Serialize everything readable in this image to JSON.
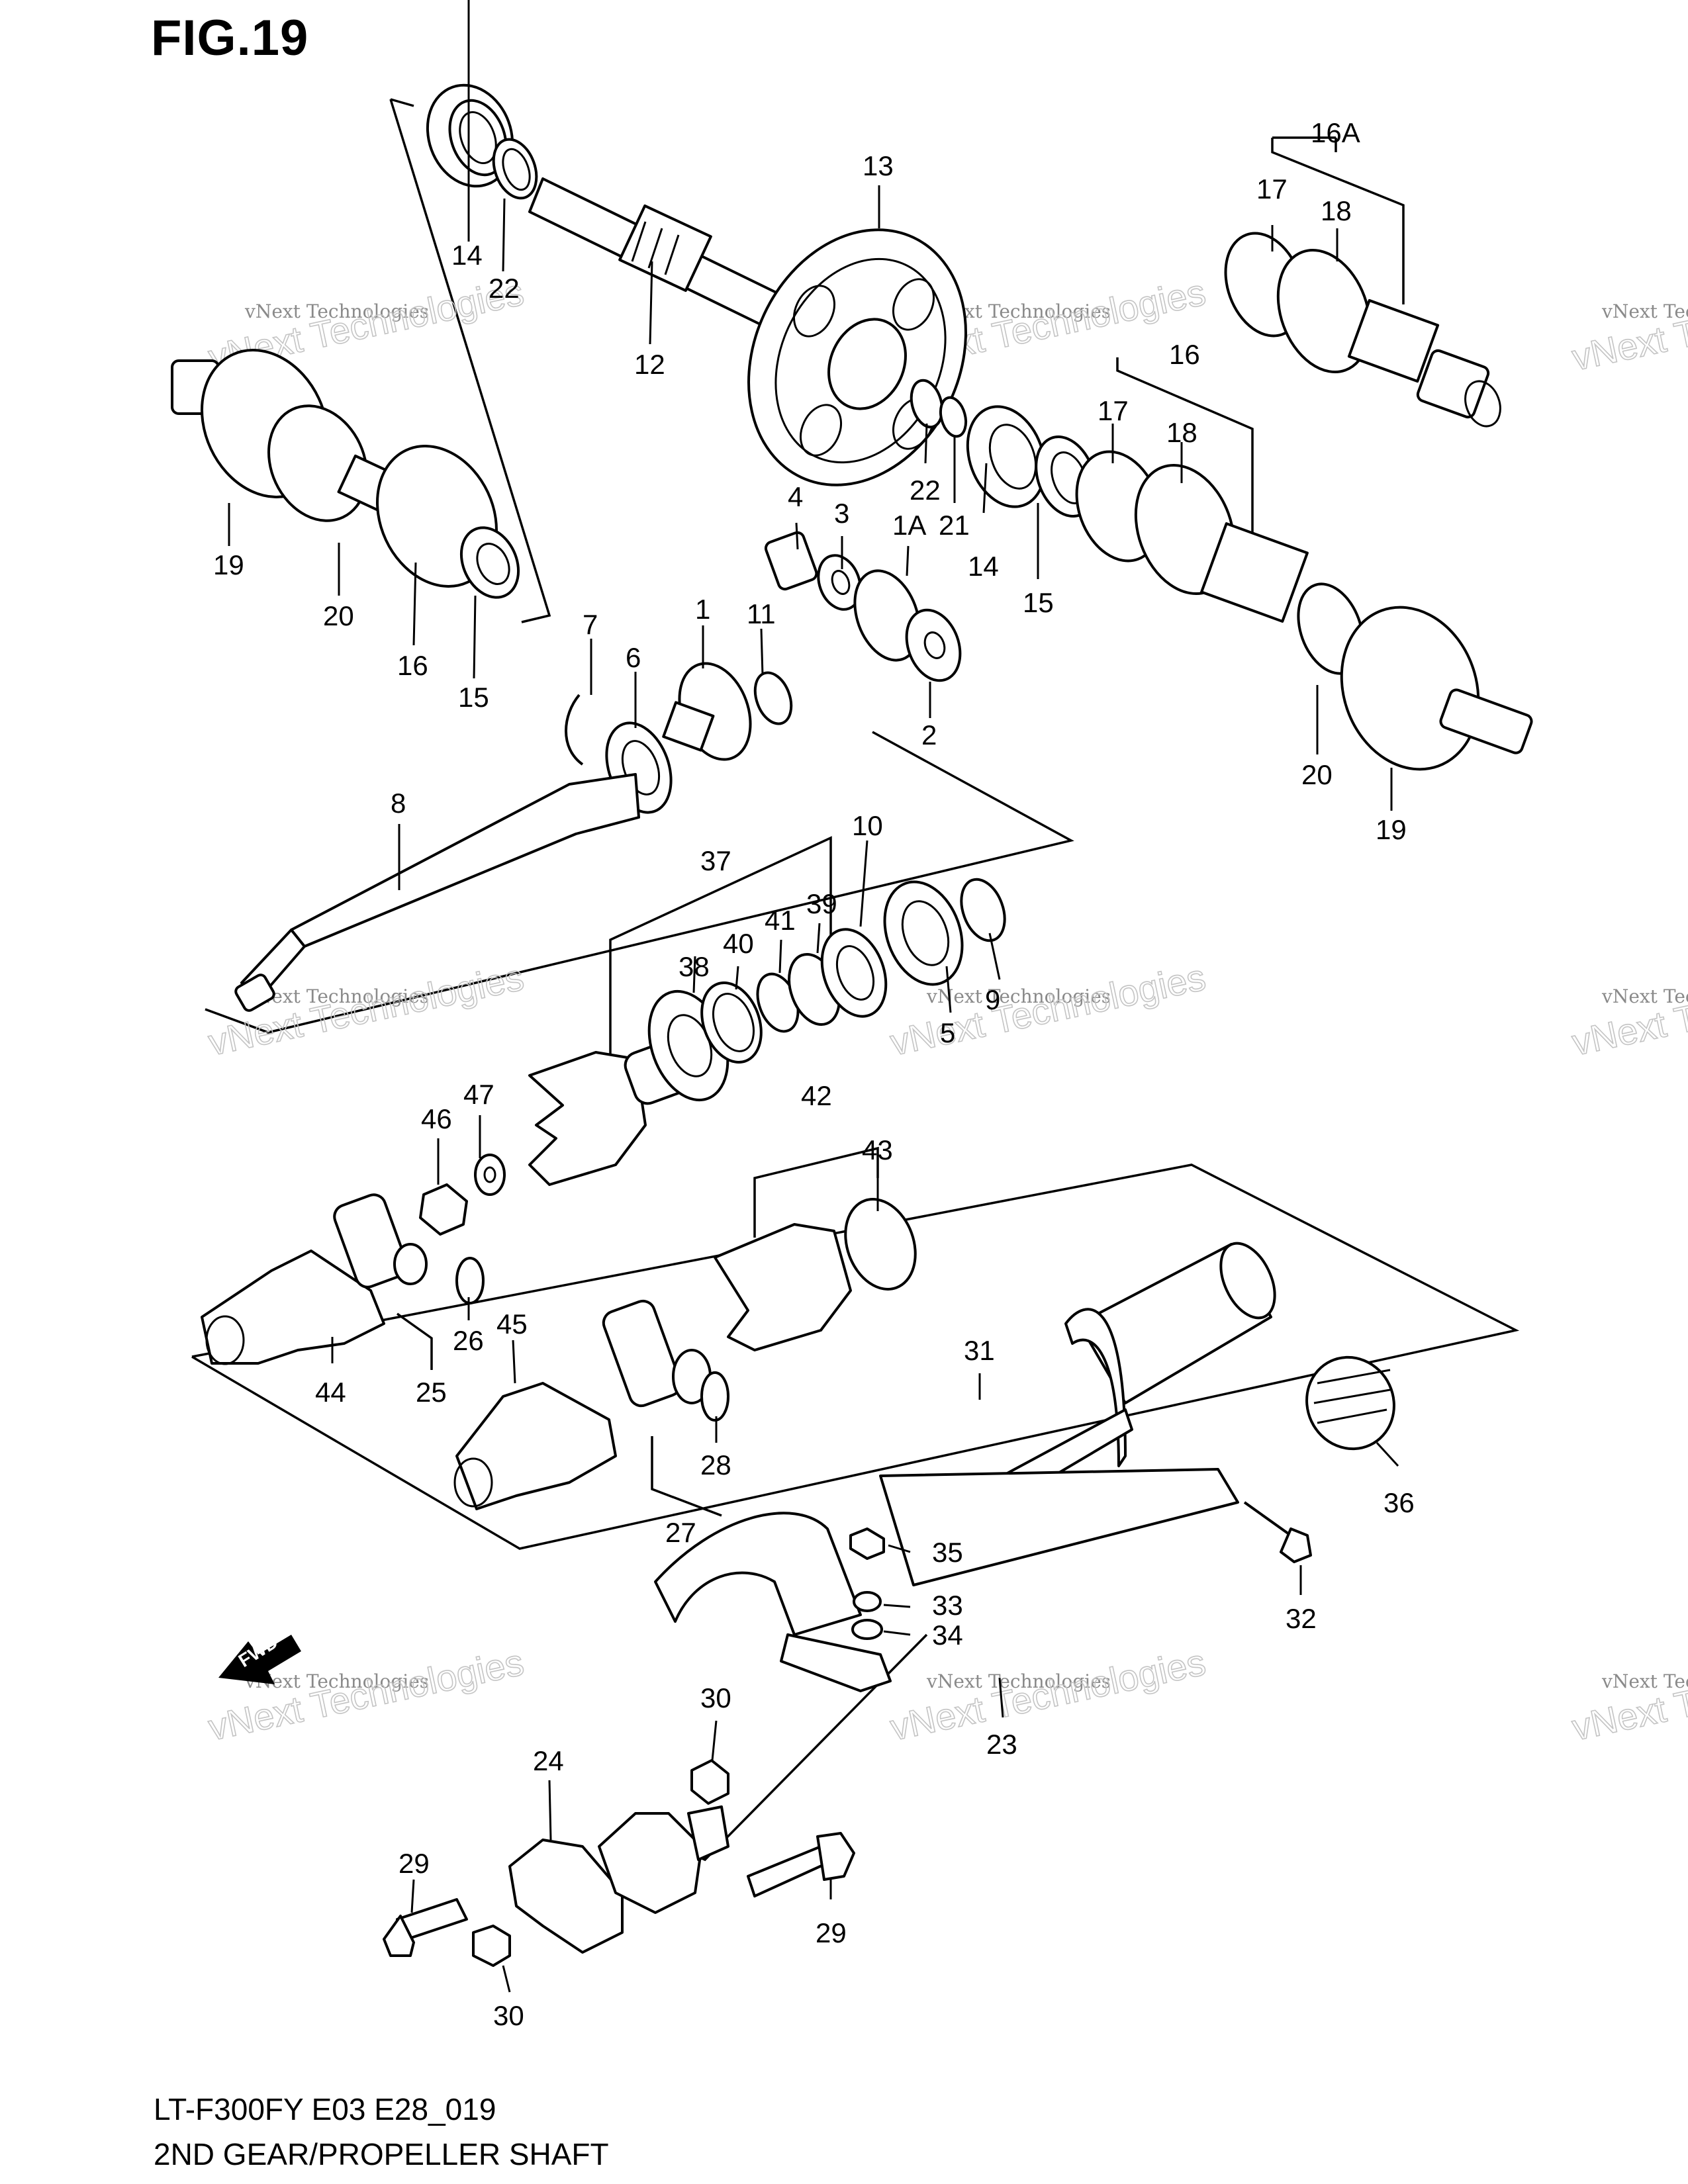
{
  "figure": {
    "title": "FIG.19",
    "model_code": "LT-F300FY E03 E28_019",
    "caption": "2ND GEAR/PROPELLER SHAFT"
  },
  "watermark": {
    "line1": "vNext Technologies",
    "line2": "vNext Technologies"
  },
  "forward_arrow": {
    "label": "FWD"
  },
  "callouts": {
    "c14a": "14",
    "c22a": "22",
    "c12": "12",
    "c13": "13",
    "c16A": "16A",
    "c17a": "17",
    "c18a": "18",
    "c19a": "19",
    "c20a": "20",
    "c16a": "16",
    "c15a": "15",
    "c4": "4",
    "c3": "3",
    "c1A": "1A",
    "c22b": "22",
    "c21": "21",
    "c14b": "14",
    "c15b": "15",
    "c16b": "16",
    "c17b": "17",
    "c18b": "18",
    "c20b": "20",
    "c19b": "19",
    "c7": "7",
    "c6": "6",
    "c1": "1",
    "c11": "11",
    "c2": "2",
    "c8": "8",
    "c37": "37",
    "c10": "10",
    "c38": "38",
    "c40": "40",
    "c41": "41",
    "c39": "39",
    "c9": "9",
    "c5": "5",
    "c46": "46",
    "c47": "47",
    "c42": "42",
    "c43": "43",
    "c44": "44",
    "c25": "25",
    "c26": "26",
    "c45": "45",
    "c28": "28",
    "c27": "27",
    "c31": "31",
    "c35": "35",
    "c33": "33",
    "c34": "34",
    "c36": "36",
    "c32": "32",
    "c30a": "30",
    "c23": "23",
    "c24": "24",
    "c29a": "29",
    "c29b": "29",
    "c30b": "30"
  }
}
